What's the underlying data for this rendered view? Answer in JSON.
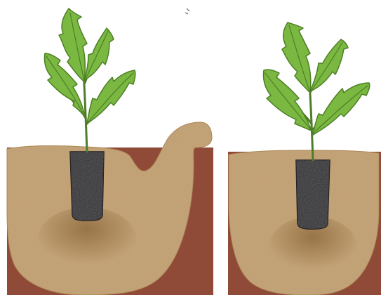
{
  "panels": [
    {
      "id": "left",
      "soil_surface": "mounded-with-dip",
      "container_position": "raised"
    },
    {
      "id": "right",
      "soil_surface": "level",
      "container_position": "sunk"
    }
  ],
  "colors": {
    "background": "#ffffff",
    "subsoil": "#8f4a38",
    "soil_fill": "#c7a476",
    "soil_texture": "#ab8551",
    "soil_shadow": "#8a6538",
    "container": "#2c2c2e",
    "container_texture": "#5a5a5f",
    "leaf": "#7ab842",
    "leaf_dark": "#4d7f24",
    "stem": "#4e7d2a"
  }
}
